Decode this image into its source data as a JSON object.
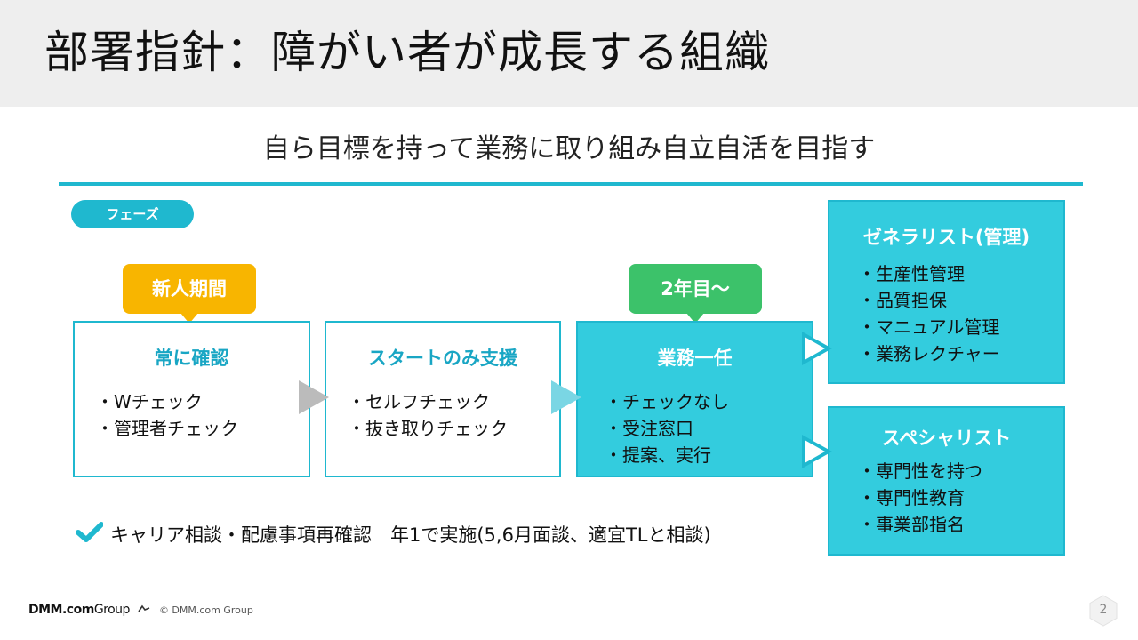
{
  "title": "部署指針：障がい者が成長する組織",
  "subtitle": "自ら目標を持って業務に取り組み自立自活を目指す",
  "phase_label": "フェーズ",
  "callouts": {
    "newcomer": "新人期間",
    "year2": "2年目～"
  },
  "stages": [
    {
      "title": "常に確認",
      "items": [
        "・Wチェック",
        "・管理者チェック"
      ]
    },
    {
      "title": "スタートのみ支援",
      "items": [
        "・セルフチェック",
        "・抜き取りチェック"
      ]
    },
    {
      "title": "業務一任",
      "items": [
        "・チェックなし",
        "・受注窓口",
        "・提案、実行"
      ]
    }
  ],
  "paths": [
    {
      "title": "ゼネラリスト(管理)",
      "items": [
        "・生産性管理",
        "・品質担保",
        "・マニュアル管理",
        "・業務レクチャー"
      ]
    },
    {
      "title": "スペシャリスト",
      "items": [
        "・専門性を持つ",
        "・専門性教育",
        "・事業部指名"
      ]
    }
  ],
  "note": "キャリア相談・配慮事項再確認　年1で実施(5,6月面談、適宜TLと相談)",
  "footer": {
    "logo_main": "DMM.com",
    "logo_group": "Group",
    "copyright": "© DMM.com Group"
  },
  "page_number": "2",
  "colors": {
    "accent": "#1fb8cf",
    "box_fill": "#33ccde",
    "newcomer": "#f8b500",
    "year2": "#3cc26a",
    "header_bg": "#eeeeee"
  },
  "icons": [
    "check-icon",
    "arrow-right-icon",
    "logo-mark-icon"
  ]
}
